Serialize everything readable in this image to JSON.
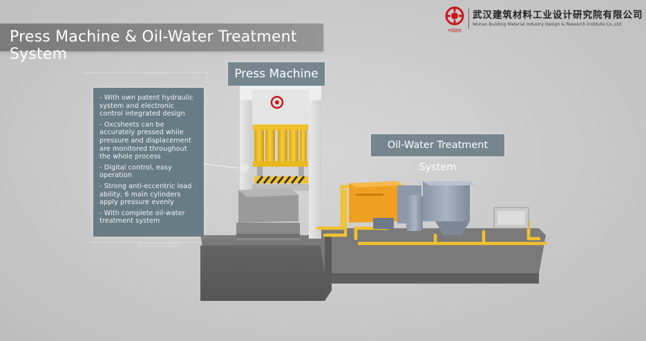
{
  "title": "Press Machine & Oil-Water Treatment System",
  "logo": {
    "company_cn": "武汉建筑材料工业设计研究院有限公司",
    "company_en": "Wuhan Building Material Industry Design & Research Institute Co.,Ltd.",
    "brand_cn": "中国建材",
    "icon": "cnbm-logo-icon",
    "brand_color": "#c8161d"
  },
  "labels": {
    "press": "Press Machine",
    "oil_water": "Oil-Water Treatment System"
  },
  "features": [
    "- With own patent hydraulic system and electronic control integrated design",
    "- Oxcsheets can be accurately pressed while pressure and displacement are monitored throughout the whole process",
    "- Digital control, easy operation",
    "- Strong anti-eccentric load ability, 6 main cylinders apply pressure evenly",
    "- With complete oil-water treatment system"
  ],
  "colors": {
    "panel": "#607580",
    "yellow": "#f2c12e",
    "orange": "#f0a020",
    "background": "#c9c9c9"
  }
}
